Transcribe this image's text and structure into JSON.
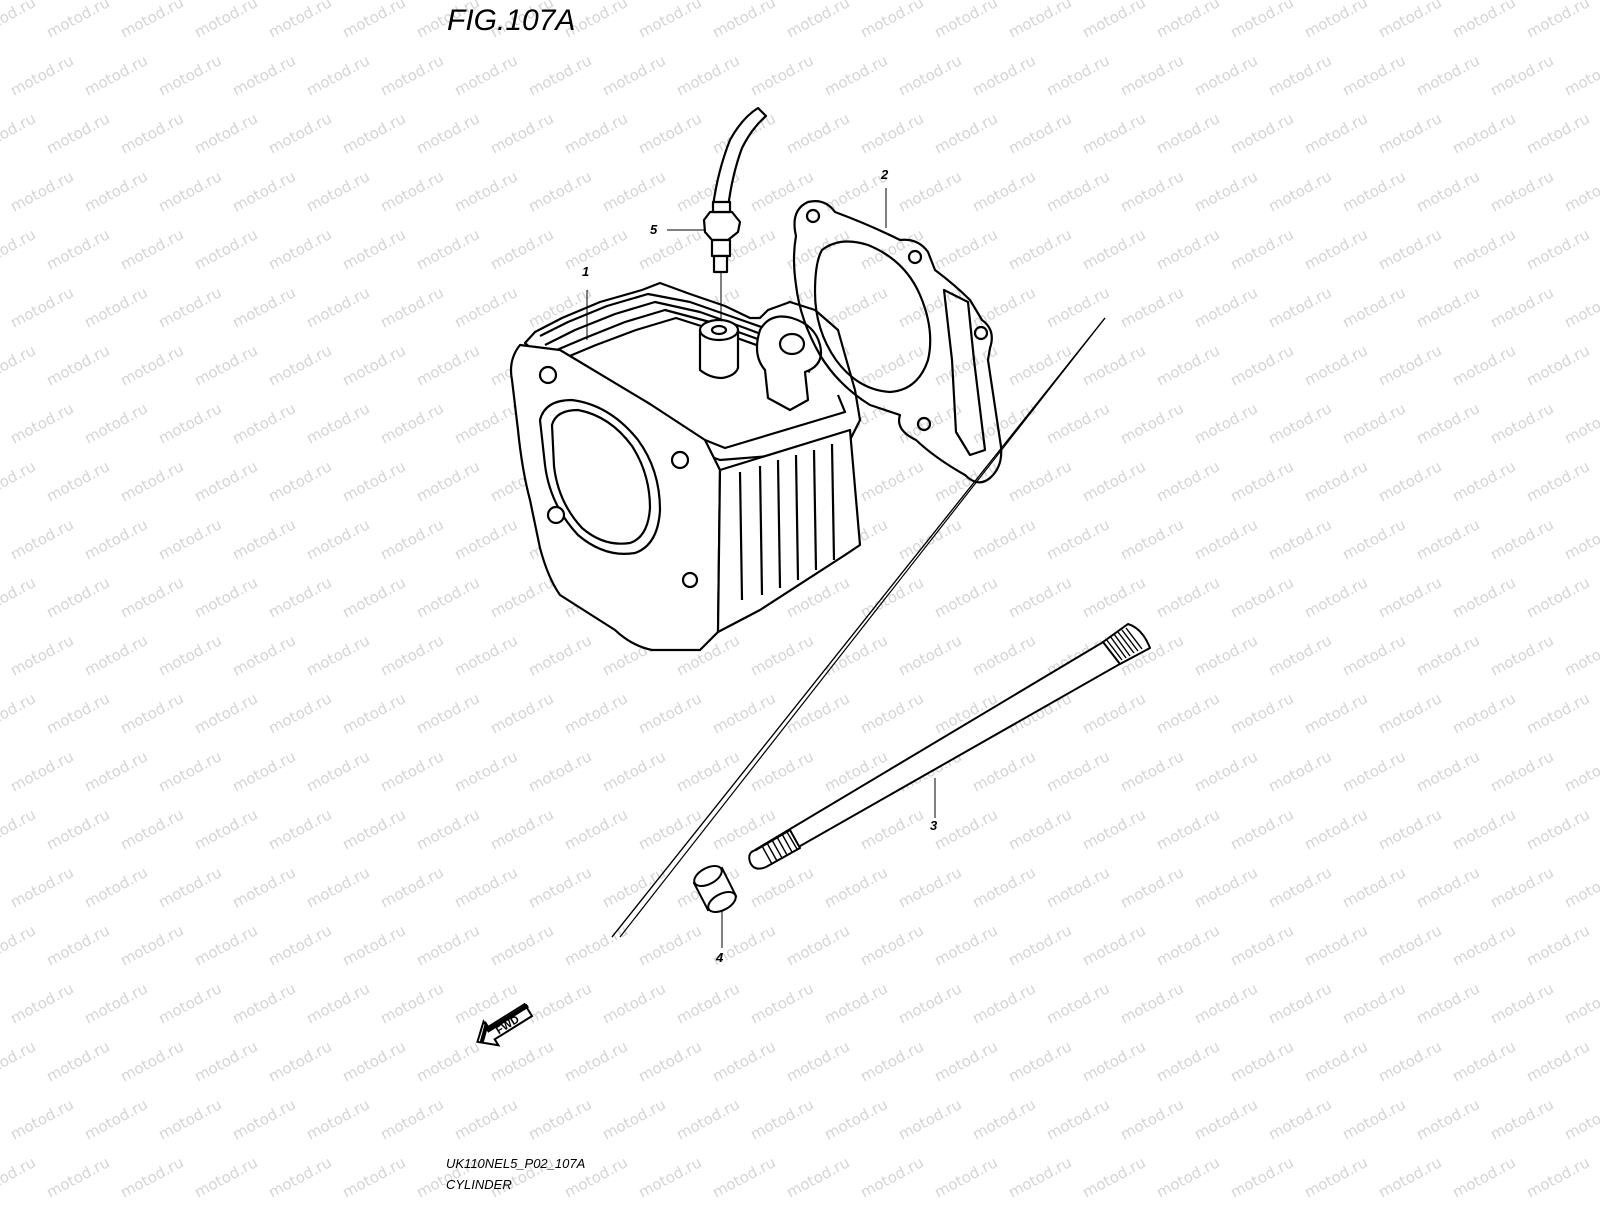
{
  "figure": {
    "title": "FIG.107A",
    "code": "UK110NEL5_P02_107A",
    "caption": "CYLINDER"
  },
  "watermark": {
    "text": "motod.ru",
    "color": "#d4d4d4"
  },
  "callouts": [
    {
      "id": "1",
      "label": "1"
    },
    {
      "id": "2",
      "label": "2"
    },
    {
      "id": "3",
      "label": "3"
    },
    {
      "id": "4",
      "label": "4"
    },
    {
      "id": "5",
      "label": "5"
    }
  ],
  "fwd": {
    "label": "FWD"
  }
}
